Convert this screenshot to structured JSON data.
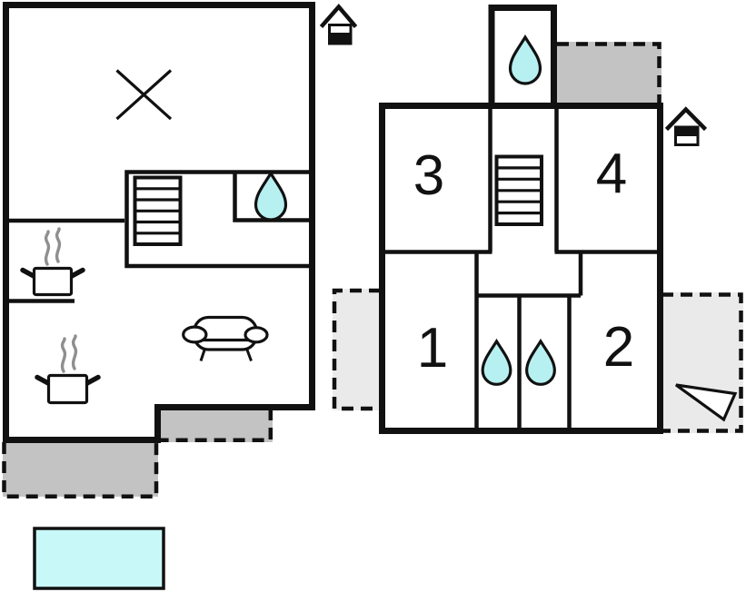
{
  "plan": {
    "type": "two-storey floor plan",
    "rooms": {
      "r1": {
        "label": "1"
      },
      "r2": {
        "label": "2"
      },
      "r3": {
        "label": "3"
      },
      "r4": {
        "label": "4"
      }
    },
    "colors": {
      "wall": "#111111",
      "room_fill": "#ffffff",
      "terrace_dark": "#c3c3c3",
      "terrace_light": "#eaeaea",
      "water": "#b7f0f0",
      "pool": "#c9f8f8",
      "steam": "#8f8f8f"
    },
    "icons": {
      "entrance_ground": "house-entrance-icon (black lower half)",
      "entrance_upper": "house-entrance-icon (black upper half)",
      "water_drop": "water-drop-icon",
      "staircase": "staircase-icon",
      "stove_pot": "steaming-pot-icon",
      "sofa": "sofa-icon",
      "void_cross": "x-cross-marker",
      "direction_triangle": "triangle-pointer-icon",
      "pool_swatch": "pool-legend-swatch"
    }
  }
}
